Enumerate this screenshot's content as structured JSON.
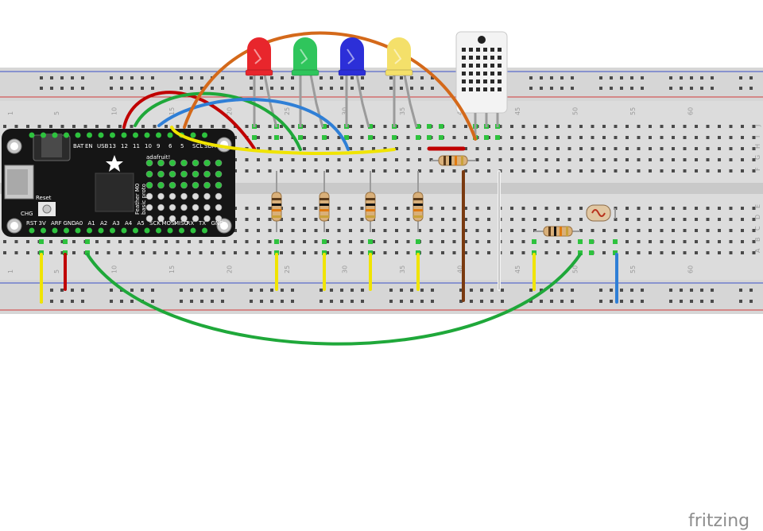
{
  "breadboard": {
    "column_numbers": [
      "1",
      "5",
      "10",
      "15",
      "20",
      "25",
      "30",
      "35",
      "40",
      "45",
      "50",
      "55",
      "60"
    ],
    "row_letters_top": [
      "J",
      "I",
      "H",
      "G",
      "F"
    ],
    "row_letters_bottom": [
      "E",
      "D",
      "C",
      "B",
      "A"
    ]
  },
  "feather": {
    "labels_top": [
      "BAT",
      "EN",
      "USB",
      "13",
      "12",
      "11",
      "10",
      "9",
      "6",
      "5",
      "SCL",
      "SDA"
    ],
    "labels_bottom": [
      "RST",
      "3V",
      "ARF",
      "GND",
      "A0",
      "A1",
      "A2",
      "A3",
      "A4",
      "A5",
      "SCK",
      "MOSI",
      "MISO",
      "RX",
      "TX",
      "GND"
    ],
    "board_name": "Feather M0",
    "board_sub": "basic proto",
    "brand": "adafruit!",
    "reset_label": "Reset",
    "chg_label": "CHG"
  },
  "leds": [
    {
      "color": "red",
      "hex": "#e8262c"
    },
    {
      "color": "green",
      "hex": "#2fc55c"
    },
    {
      "color": "blue",
      "hex": "#2c2fd8"
    },
    {
      "color": "yellow",
      "hex": "#f4e06a"
    }
  ],
  "wire_colors": {
    "red": "#c00000",
    "orange": "#d4691a",
    "green": "#1fa83a",
    "blue": "#2f7fd6",
    "yellow": "#f0e400",
    "brown": "#7a3a10",
    "white": "#f4f4f4"
  },
  "watermark": "fritzing"
}
